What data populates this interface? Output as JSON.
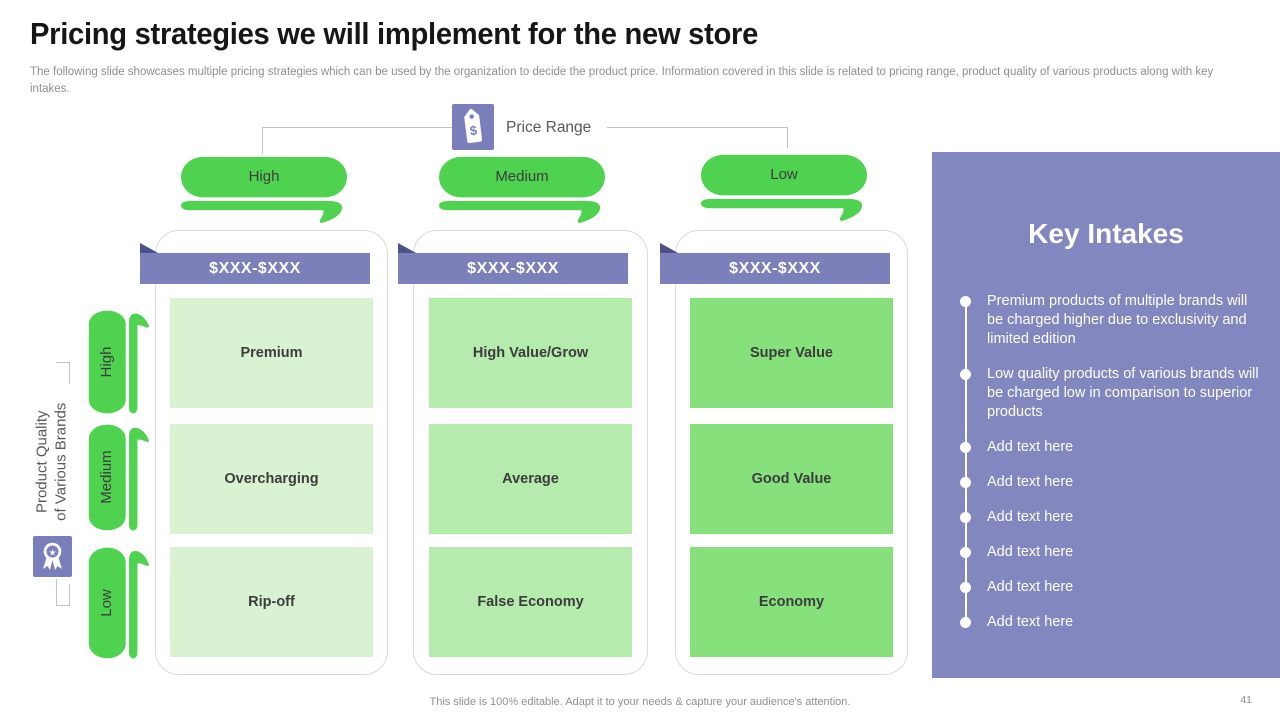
{
  "slide": {
    "title": "Pricing strategies we will implement for the new store",
    "subtitle": "The following slide showcases multiple pricing strategies which can be used by the organization to decide the product price. Information covered in this slide is related to pricing range, product quality of various products along with key intakes.",
    "footer": "This slide is 100% editable. Adapt it to your needs & capture your audience's attention.",
    "page_number": "41"
  },
  "matrix": {
    "x_axis": {
      "label": "Price Range",
      "icon": "price-tag-icon",
      "categories": [
        "High",
        "Medium",
        "Low"
      ]
    },
    "y_axis": {
      "label": "Product Quality of Various Brands",
      "label_line1": "Product Quality",
      "label_line2": "of Various Brands",
      "icon": "award-ribbon-icon",
      "categories": [
        "High",
        "Medium",
        "Low"
      ]
    },
    "columns": [
      {
        "price_header": "$XXX-$XXX",
        "cell_color": "#d9f3d2",
        "cells": [
          "Premium",
          "Overcharging",
          "Rip-off"
        ]
      },
      {
        "price_header": "$XXX-$XXX",
        "cell_color": "#b5ebad",
        "cells": [
          "High Value/Grow",
          "Average",
          "False Economy"
        ]
      },
      {
        "price_header": "$XXX-$XXX",
        "cell_color": "#86e07c",
        "cells": [
          "Super Value",
          "Good Value",
          "Economy"
        ]
      }
    ]
  },
  "key_intakes": {
    "title": "Key Intakes",
    "items": [
      "Premium products of multiple brands will be charged higher due to exclusivity and limited edition",
      "Low quality products of various brands will be charged low in comparison to superior products",
      "Add text here",
      "Add text here",
      "Add text here",
      "Add text here",
      "Add text here",
      "Add text here"
    ]
  },
  "colors": {
    "accent_purple": "#7b80ba",
    "panel_purple": "#8287c0",
    "fold_purple": "#4d5288",
    "bubble_green": "#4fd24f",
    "cell_green_light": "#d9f3d2",
    "cell_green_medium": "#b5ebad",
    "cell_green_strong": "#86e07c",
    "connector_gray": "#c3c3c3"
  }
}
